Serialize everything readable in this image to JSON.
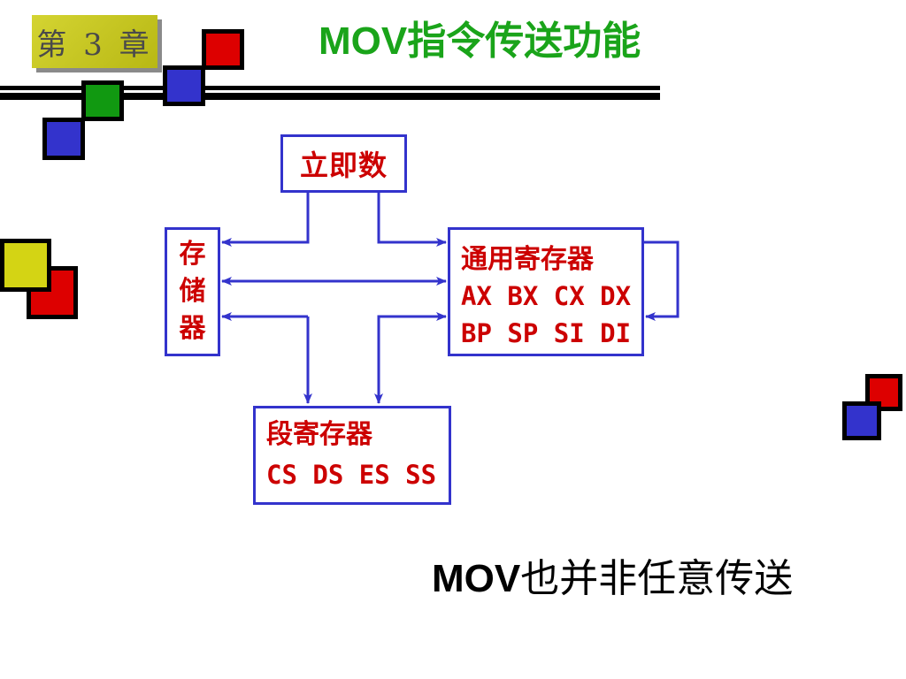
{
  "slide": {
    "chapter_label": "第 3 章",
    "title": "MOV指令传送功能",
    "footer_note_latin": "MOV",
    "footer_note_cjk": "也并非任意传送"
  },
  "diagram": {
    "immediate": {
      "label": "立即数"
    },
    "memory": {
      "chars": [
        "存",
        "储",
        "器"
      ]
    },
    "general_registers": {
      "label": "通用寄存器",
      "row1": "AX BX CX DX",
      "row2": "BP SP SI DI"
    },
    "segment_registers": {
      "label": "段寄存器",
      "row1": "CS DS ES SS"
    }
  },
  "colors": {
    "title_green": "#1aa41a",
    "box_border_blue": "#3333cc",
    "label_red": "#cc0000",
    "deco_red": "#dd0000",
    "deco_blue": "#3333cc",
    "deco_green": "#119911",
    "deco_yellow": "#d4d414"
  }
}
